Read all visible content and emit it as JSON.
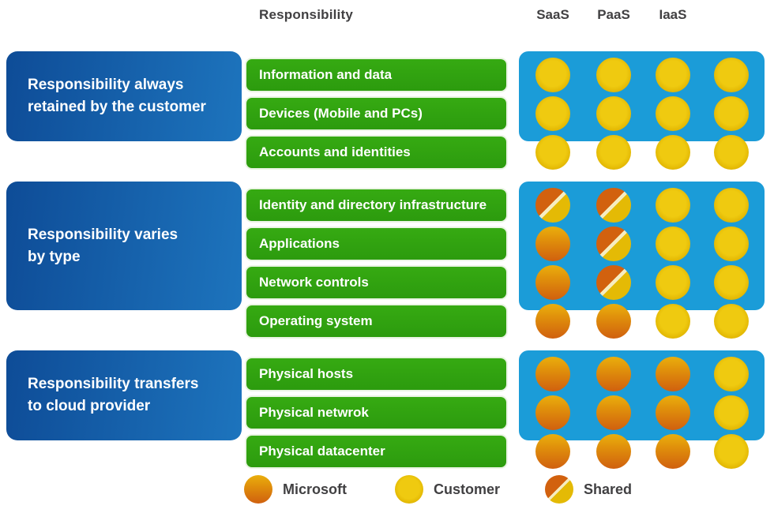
{
  "header": {
    "responsibility_label": "Responsibility",
    "column_labels": [
      "SaaS",
      "PaaS",
      "IaaS"
    ]
  },
  "sections": [
    {
      "label": "Responsibility always\nretained by the customer",
      "rows": [
        {
          "label": "Information and data",
          "cells": [
            "customer",
            "customer",
            "customer",
            "customer"
          ]
        },
        {
          "label": "Devices (Mobile and PCs)",
          "cells": [
            "customer",
            "customer",
            "customer",
            "customer"
          ]
        },
        {
          "label": "Accounts and identities",
          "cells": [
            "customer",
            "customer",
            "customer",
            "customer"
          ]
        }
      ]
    },
    {
      "label": "Responsibility varies\nby type",
      "rows": [
        {
          "label": "Identity and directory infrastructure",
          "cells": [
            "shared",
            "shared",
            "customer",
            "customer"
          ]
        },
        {
          "label": "Applications",
          "cells": [
            "microsoft",
            "shared",
            "customer",
            "customer"
          ]
        },
        {
          "label": "Network controls",
          "cells": [
            "microsoft",
            "shared",
            "customer",
            "customer"
          ]
        },
        {
          "label": "Operating system",
          "cells": [
            "microsoft",
            "microsoft",
            "customer",
            "customer"
          ]
        }
      ]
    },
    {
      "label": "Responsibility transfers\nto cloud provider",
      "rows": [
        {
          "label": "Physical hosts",
          "cells": [
            "microsoft",
            "microsoft",
            "microsoft",
            "customer"
          ]
        },
        {
          "label": "Physical netwrok",
          "cells": [
            "microsoft",
            "microsoft",
            "microsoft",
            "customer"
          ]
        },
        {
          "label": "Physical datacenter",
          "cells": [
            "microsoft",
            "microsoft",
            "microsoft",
            "customer"
          ]
        }
      ]
    }
  ],
  "legend": {
    "items": [
      {
        "label": "Microsoft",
        "type": "microsoft"
      },
      {
        "label": "Customer",
        "type": "customer"
      },
      {
        "label": "Shared",
        "type": "shared"
      }
    ]
  },
  "colors": {
    "band_cyan": "#1b9cd8",
    "block_blue_start": "#0e4c97",
    "block_blue_end": "#1d74bd",
    "green_start": "#36aa12",
    "green_end": "#2c9b0e",
    "microsoft_top": "#eaaf0c",
    "microsoft_bottom": "#d0600f",
    "customer_yellow": "#e2b703",
    "customer_rim": "#dd8405",
    "shared_divider": "#f6ecc0",
    "text_dark": "#414042"
  }
}
